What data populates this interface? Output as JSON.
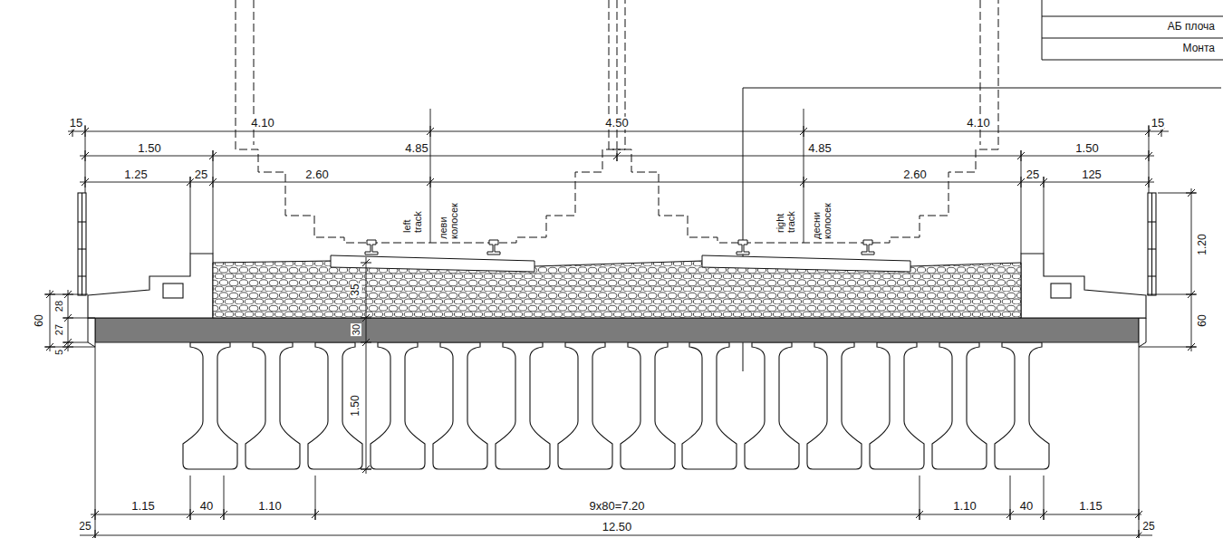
{
  "diagram": {
    "labels": [
      "АБ плоча",
      "Монта",
      "15",
      "4.10",
      "4.50",
      "4.10",
      "15",
      "1.50",
      "4.85",
      "4.85",
      "1.50",
      "1.25",
      "25",
      "2.60",
      "2.60",
      "25",
      "125",
      "left track",
      "леви колосек",
      "right track",
      "десни колосек",
      "60",
      "28",
      "27",
      "5",
      "1.20",
      "60",
      "35",
      "30",
      "1.50",
      "1.15",
      "40",
      "1.10",
      "9x80=7.20",
      "1.10",
      "40",
      "1.15",
      "25",
      "12.50",
      "25"
    ]
  }
}
